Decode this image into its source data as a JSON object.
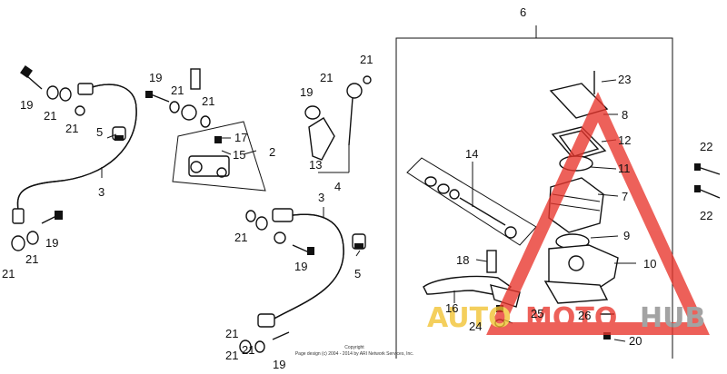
{
  "labels": {
    "l19a": "19",
    "l21a": "21",
    "l21b": "21",
    "l5a": "5",
    "l3a": "3",
    "l21c": "21",
    "l21d": "21",
    "l19b": "19",
    "l19c": "19",
    "l21e": "21",
    "l21f": "21",
    "l17": "17",
    "l15": "15",
    "l2": "2",
    "l21g": "21",
    "l3b": "3",
    "l19d": "19",
    "l5b": "5",
    "l21h": "21",
    "l21i": "21",
    "l19e": "19",
    "l21j": "21",
    "l19f": "19",
    "l21k": "21",
    "l13": "13",
    "l4": "4",
    "l6": "6",
    "l23": "23",
    "l8": "8",
    "l12": "12",
    "l14": "14",
    "l11": "11",
    "l7": "7",
    "l9": "9",
    "l18": "18",
    "l10": "10",
    "l16": "16",
    "l25": "25",
    "l24": "24",
    "l26": "26",
    "l20": "20",
    "l22a": "22",
    "l22b": "22"
  },
  "copyright": {
    "line1": "Copyright",
    "line2": "Page design (c) 2004 - 2014 by ARI Network Services, Inc."
  },
  "watermark": {
    "part1": "AUTO",
    "part2": "MOTO",
    "part3": "HUB",
    "color_yellow": "#f2c230",
    "color_red": "#e8342b",
    "color_gray": "#8a8a8a"
  }
}
